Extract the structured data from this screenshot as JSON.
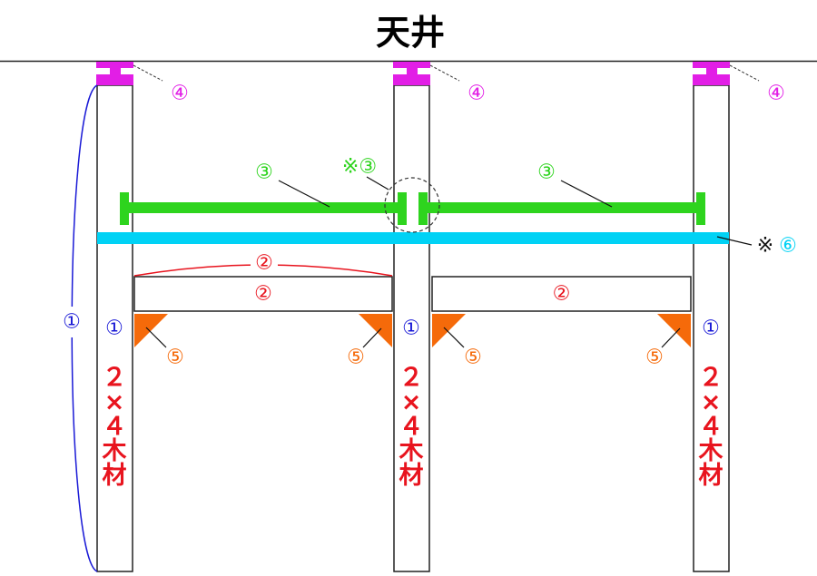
{
  "title": "天井",
  "labels": {
    "post": "①",
    "beam": "②",
    "brace": "③",
    "brace_note": "※③",
    "ceiling_block": "④",
    "corner": "⑤",
    "rail_mark": "※",
    "rail_num": "⑥"
  },
  "post_material": [
    "２",
    "×",
    "４",
    "木",
    "材"
  ],
  "colors": {
    "post": "#1a1ad6",
    "beam": "#e8141e",
    "brace": "#2ed41e",
    "ceiling_block": "#e21ee6",
    "corner": "#f56a0a",
    "rail": "#00d2f5"
  }
}
